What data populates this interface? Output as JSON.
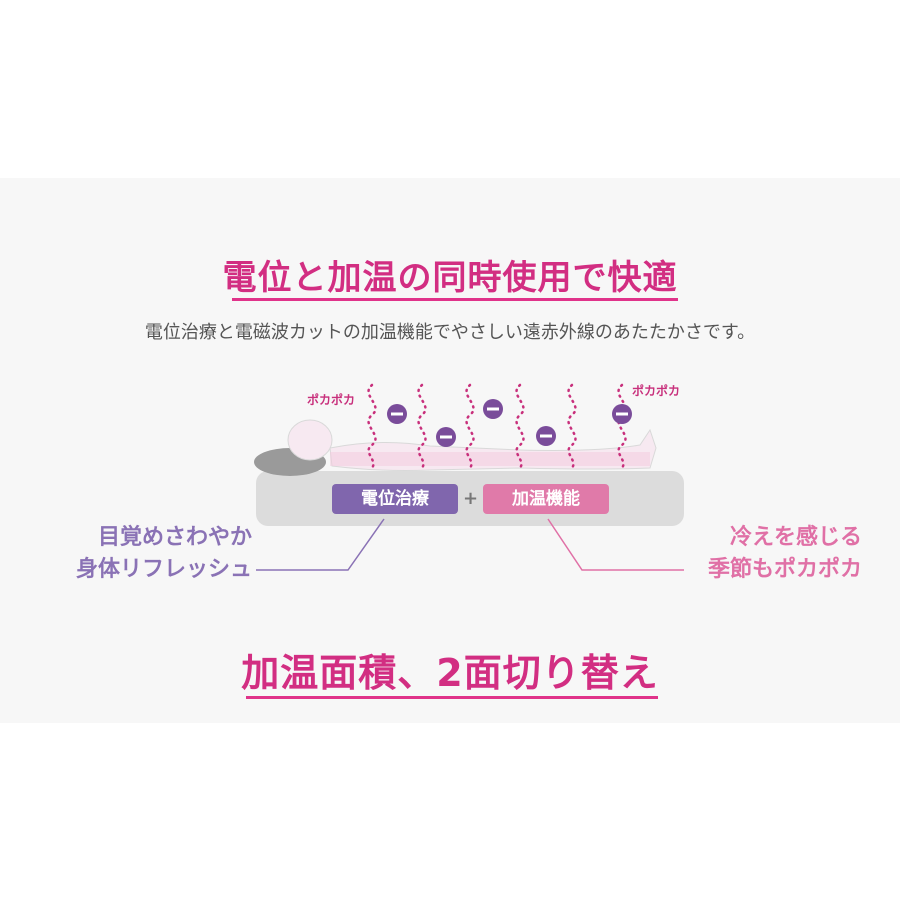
{
  "heading_top": "電位と加温の同時使用で快適",
  "subtitle": "電位治療と電磁波カットの加温機能でやさしい遠赤外線のあたたかさです。",
  "pokapoka_left": "ポカポカ",
  "pokapoka_right": "ポカポカ",
  "badge_left": "電位治療",
  "badge_plus": "+",
  "badge_right": "加温機能",
  "label_left": {
    "line1": "目覚めさわやか",
    "line2": "身体リフレッシュ"
  },
  "label_right": {
    "line1": "冷えを感じる",
    "line2": "季節もポカポカ"
  },
  "heading_bottom": "加温面積、2面切り替え",
  "colors": {
    "accent_pink": "#d22e82",
    "purple": "#8066ad",
    "light_pink": "#e07aa9",
    "label_purple": "#8a72b5",
    "label_pink": "#e070a6"
  },
  "icons": [
    "minus-symbol-icon",
    "wave-dotted-icon",
    "pillow-icon",
    "mattress-icon",
    "body-silhouette-icon"
  ]
}
